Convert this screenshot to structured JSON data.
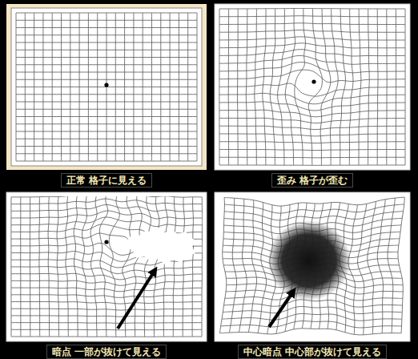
{
  "diagram": {
    "labels": [
      "正常 格子に見える",
      "歪み 格子が歪む",
      "暗点 一部が抜けて見える",
      "中心暗点 中心部が抜けて見える"
    ]
  }
}
